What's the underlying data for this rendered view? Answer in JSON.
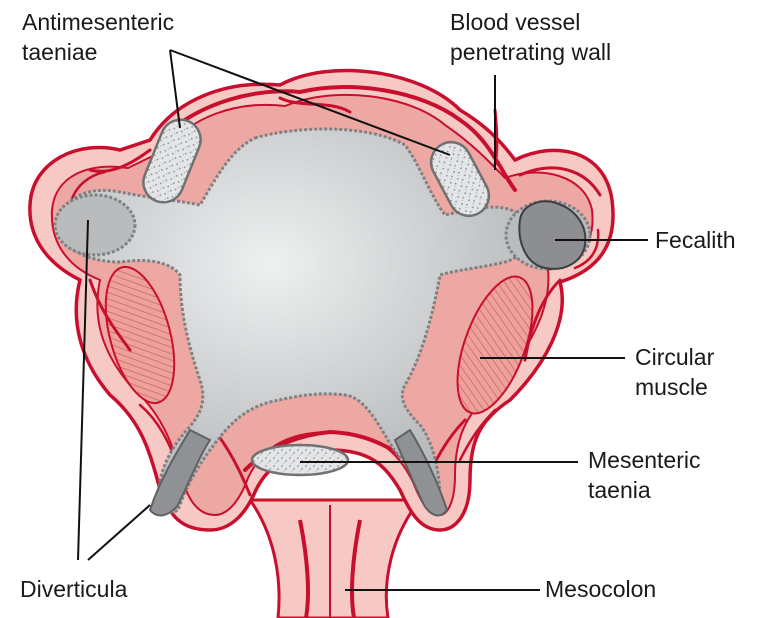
{
  "diagram": {
    "labels": {
      "antimesenteric_taeniae": [
        "Antimesenteric",
        "taeniae"
      ],
      "blood_vessel": [
        "Blood vessel",
        "penetrating wall"
      ],
      "fecalith": [
        "Fecalith"
      ],
      "circular_muscle": [
        "Circular",
        "muscle"
      ],
      "mesenteric_taenia": [
        "Mesenteric",
        "taenia"
      ],
      "diverticula": [
        "Diverticula"
      ],
      "mesocolon": [
        "Mesocolon"
      ]
    },
    "colors": {
      "serosa_fill": "#f6c9c4",
      "wall_fill": "#eea8a3",
      "vessel": "#c8102e",
      "lumen_fill": "#c9cbcd",
      "lumen_edge": "#9a9c9e",
      "muscle_fill": "#e79a94",
      "taenia_fill": "#d9dbdd",
      "fecalith_fill": "#8c8e91"
    }
  }
}
